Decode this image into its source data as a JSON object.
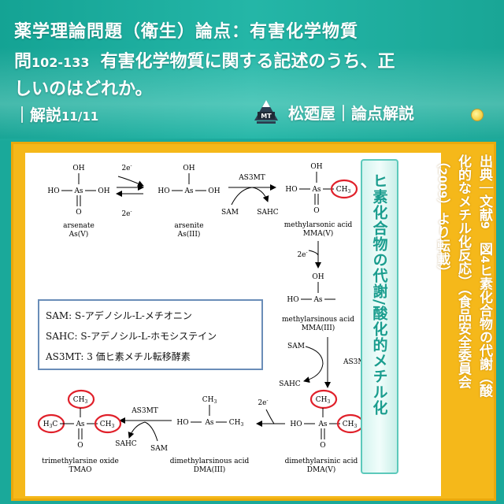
{
  "header": {
    "title": "薬学理論問題（衛生）論点：有害化学物質",
    "question_prefix": "問",
    "question_number": "102-133",
    "question_text_1": "有害化学物質に関する記述のうち、正",
    "question_text_2": "しいのはどれか。",
    "explain_label": "｜解説",
    "explain_page": "11/11",
    "brand_logo_text": "MT",
    "brand_text": "松廼屋｜論点解説"
  },
  "source": {
    "line1a": "出典｜文献",
    "line1b": "9",
    "line1c": "　図",
    "line1d": "4",
    "line1e": "ヒ素化合物の代謝（酸",
    "line2": "化的なメチル化反応）（食品安全委員会",
    "line3a": "（",
    "line3b": "2009",
    "line3c": "）より転載）"
  },
  "vertical_label": "ヒ素化合物の代謝/酸化的メチル化",
  "legend": [
    "SAM: S-アデノシル-L-メチオニン",
    "SAHC: S-アデノシル-L-ホモシステイン",
    "AS3MT: 3 価ヒ素メチル転移酵素"
  ],
  "diagram": {
    "arsenate_name": "arsenate",
    "arsenate_state": "As(V)",
    "arsenite_name": "arsenite",
    "arsenite_state": "As(III)",
    "mma5_name": "methylarsonic acid",
    "mma5_state": "MMA(V)",
    "mma3_name": "methylarsinous acid",
    "mma3_state": "MMA(III)",
    "dma5_name": "dimethylarsinic acid",
    "dma5_state": "DMA(V)",
    "dma3_name": "dimethylarsinous acid",
    "dma3_state": "DMA(III)",
    "tmao_name": "trimethylarsine oxide",
    "tmao_state": "TMAO",
    "enzyme": "AS3MT",
    "sam": "SAM",
    "sahc": "SAHC",
    "electrons": "2e",
    "oh": "OH",
    "ho": "HO",
    "as": "As",
    "o": "O",
    "ch3": "CH",
    "sub3": "3",
    "h3c": "H",
    "minus": "-"
  },
  "colors": {
    "header_teal": "#1aa99a",
    "frame_yellow": "#f5b81a",
    "highlight_red": "#e0202a",
    "label_teal": "#1a9d8e"
  }
}
